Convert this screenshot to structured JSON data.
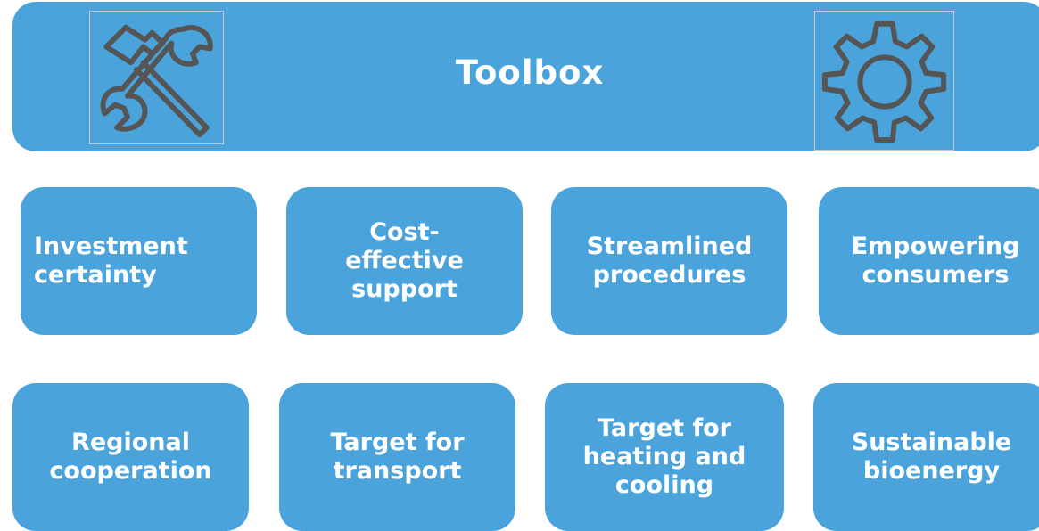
{
  "header": {
    "title": "Toolbox",
    "left_icon": "hammer-wrench-icon",
    "right_icon": "gear-icon"
  },
  "cards": [
    {
      "label": "Investment\ncertainty"
    },
    {
      "label": "Cost-\neffective\nsupport"
    },
    {
      "label": "Streamlined\nprocedures"
    },
    {
      "label": "Empowering\nconsumers"
    },
    {
      "label": "Regional\ncooperation"
    },
    {
      "label": "Target for\ntransport"
    },
    {
      "label": "Target for\nheating and\ncooling"
    },
    {
      "label": "Sustainable\nbioenergy"
    }
  ],
  "colors": {
    "box_fill": "#4aa3db",
    "text": "#ffffff",
    "icon_stroke": "#555555"
  }
}
